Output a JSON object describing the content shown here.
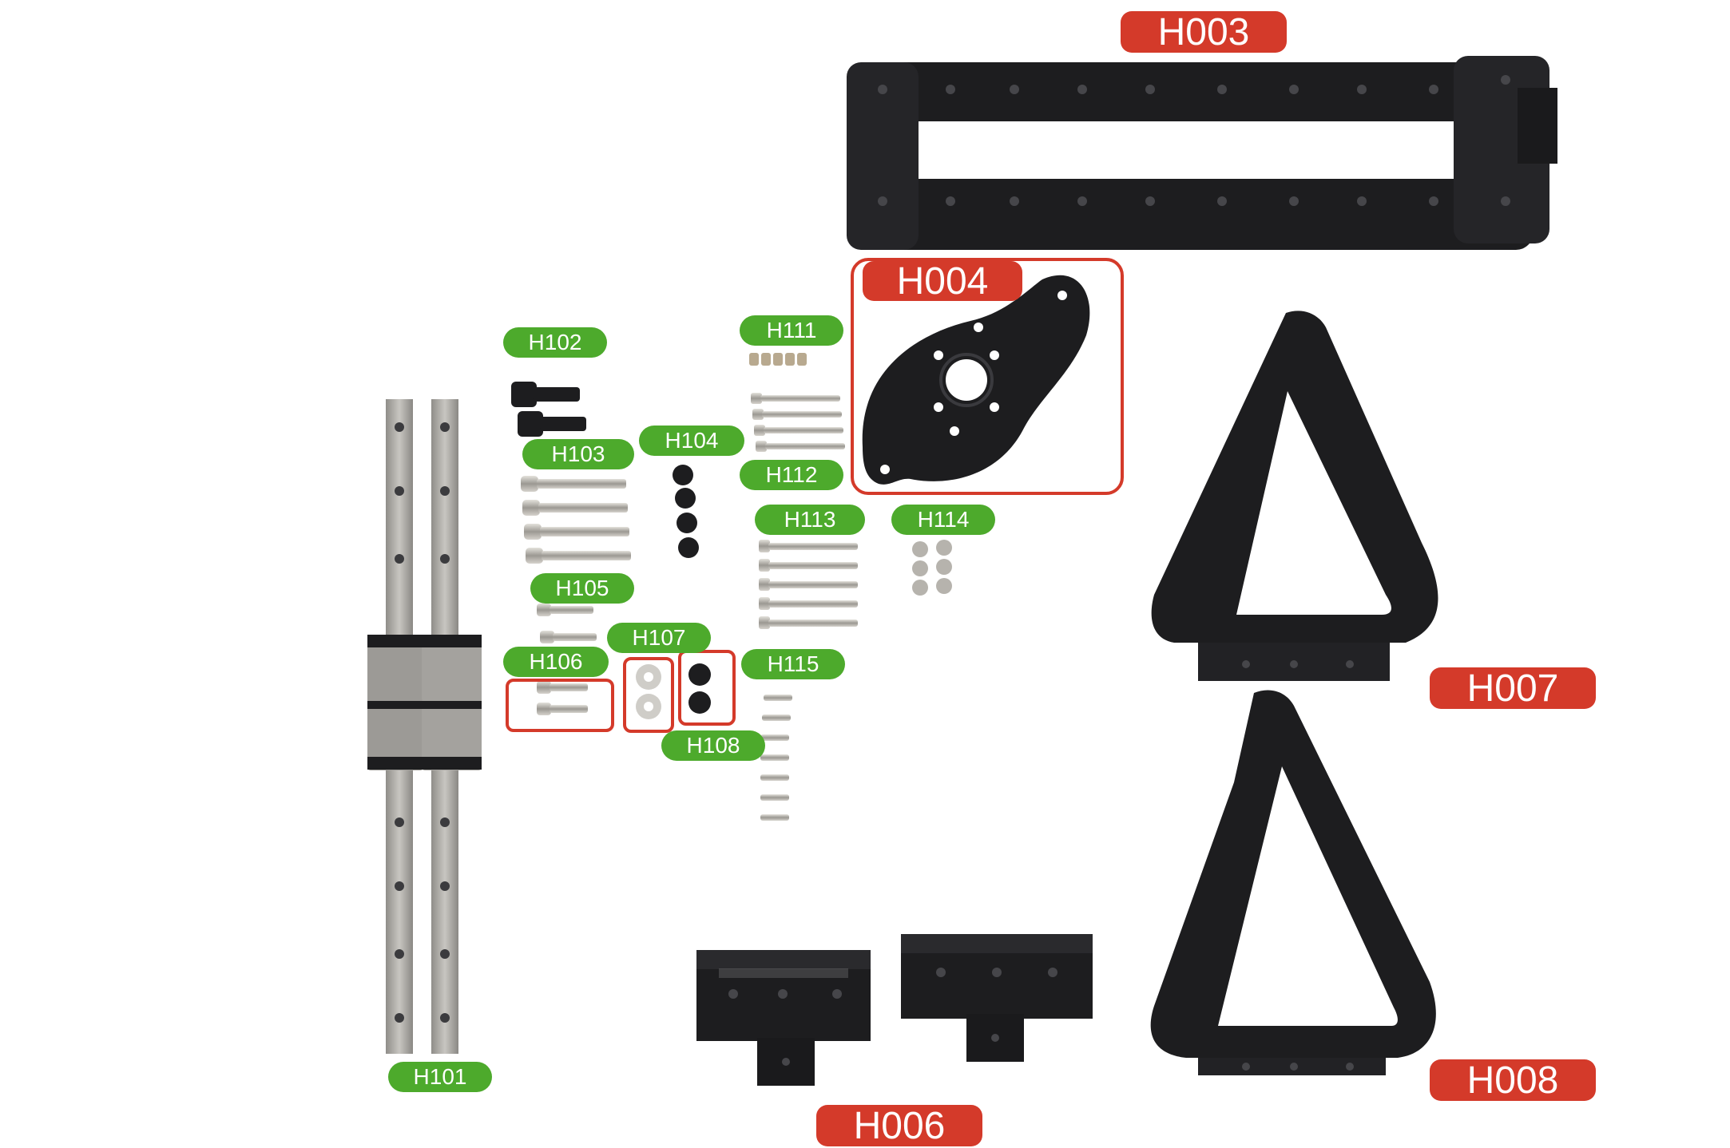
{
  "colors": {
    "part_black": "#1d1d1f",
    "part_edge": "#2e2e32",
    "rail_metal": "#b9b7b2",
    "screw_metal": "#c9c6c0",
    "red_tag": "#d43a2a",
    "green_tag": "#4daa2c"
  },
  "labels": {
    "H003": "H003",
    "H004": "H004",
    "H006": "H006",
    "H007": "H007",
    "H008": "H008",
    "H101": "H101",
    "H102": "H102",
    "H103": "H103",
    "H104": "H104",
    "H105": "H105",
    "H106": "H106",
    "H107": "H107",
    "H108": "H108",
    "H111": "H111",
    "H112": "H112",
    "H113": "H113",
    "H114": "H114",
    "H115": "H115"
  }
}
